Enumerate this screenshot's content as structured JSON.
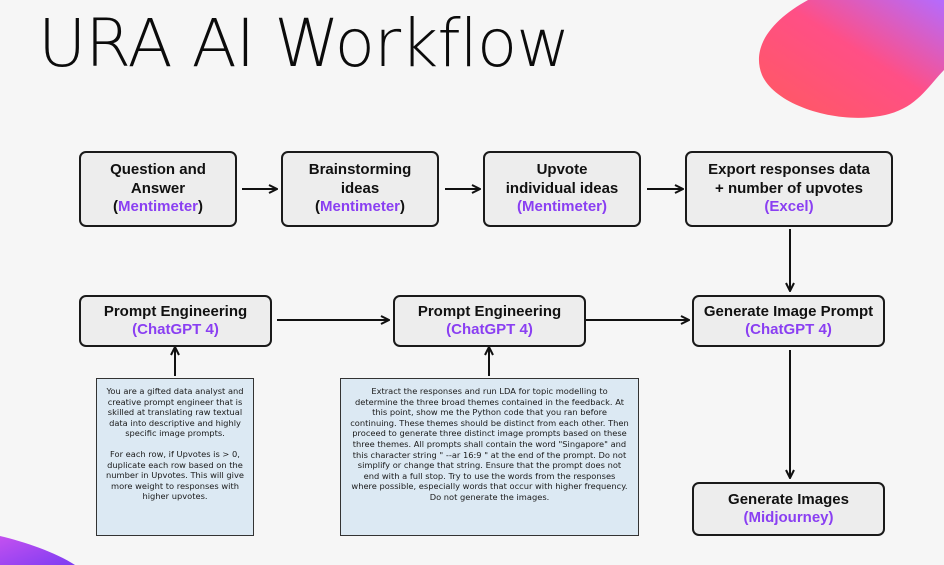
{
  "title": "URA AI Workflow",
  "colors": {
    "accent": "#8a3ff2",
    "box_fill": "#ededed",
    "note_fill": "#dce9f3"
  },
  "steps": {
    "qa": {
      "line1": "Question and",
      "line2": "Answer",
      "paren_open": "(",
      "tool": "Mentimeter",
      "paren_close": ")"
    },
    "brainstorm": {
      "line1": "Brainstorming",
      "line2": "ideas",
      "paren_open": "(",
      "tool": "Mentimeter",
      "paren_close": ")"
    },
    "upvote": {
      "line1": "Upvote",
      "line2": "individual ideas",
      "tool": "(Mentimeter)"
    },
    "export": {
      "line1": "Export responses data",
      "line2": "+ number of upvotes",
      "tool": "(Excel)"
    },
    "prompt_eng_1": {
      "line1": "Prompt Engineering",
      "tool": "(ChatGPT 4)"
    },
    "prompt_eng_2": {
      "line1": "Prompt Engineering",
      "tool": "(ChatGPT 4)"
    },
    "gen_prompt": {
      "line1": "Generate Image Prompt",
      "tool": "(ChatGPT 4)"
    },
    "gen_images": {
      "line1": "Generate Images",
      "tool": "(Midjourney)"
    }
  },
  "notes": {
    "prompt_1": {
      "p1": "You are a gifted data analyst and creative prompt engineer that is skilled at translating raw textual data into descriptive and highly specific image prompts.",
      "p2": "For each row, if Upvotes is > 0, duplicate each row based on the number in Upvotes. This will give more weight to responses with higher upvotes."
    },
    "prompt_2": {
      "p1": "Extract the responses and run LDA for topic modelling to determine the three broad themes contained in the feedback. At this point, show me the Python code that you ran before continuing. These themes should be distinct from each other. Then proceed to generate three distinct image prompts based on these three themes. All prompts shall contain the word \"Singapore\" and this character string \" --ar 16:9 \" at the end of the prompt. Do not simplify or change that string. Ensure that the prompt does not end with a full stop. Try to use the words from the responses where possible, especially words that occur with higher frequency. Do not generate the images."
    }
  }
}
